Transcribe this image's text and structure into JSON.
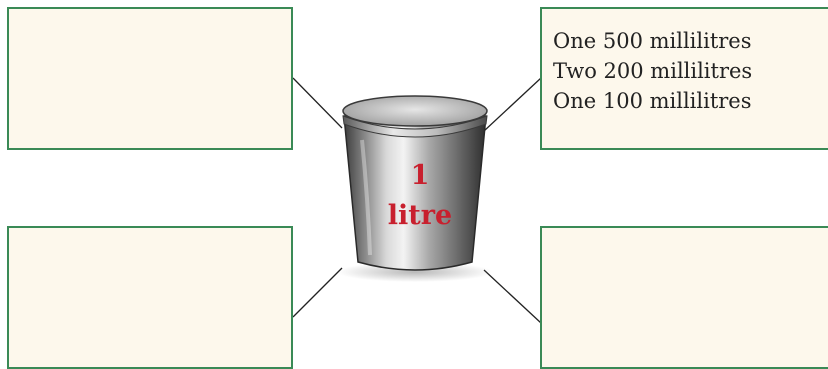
{
  "container": {
    "label_number": "1",
    "label_unit": "litre"
  },
  "boxes": {
    "top_left": {
      "lines": []
    },
    "top_right": {
      "lines": [
        "One 500 millilitres",
        "Two 200 millilitres",
        "One 100 millilitres"
      ]
    },
    "bottom_left": {
      "lines": []
    },
    "bottom_right": {
      "lines": []
    }
  },
  "colors": {
    "box_border": "#3a8a56",
    "box_fill": "#fdf8ec",
    "label_red": "#c8202e"
  }
}
